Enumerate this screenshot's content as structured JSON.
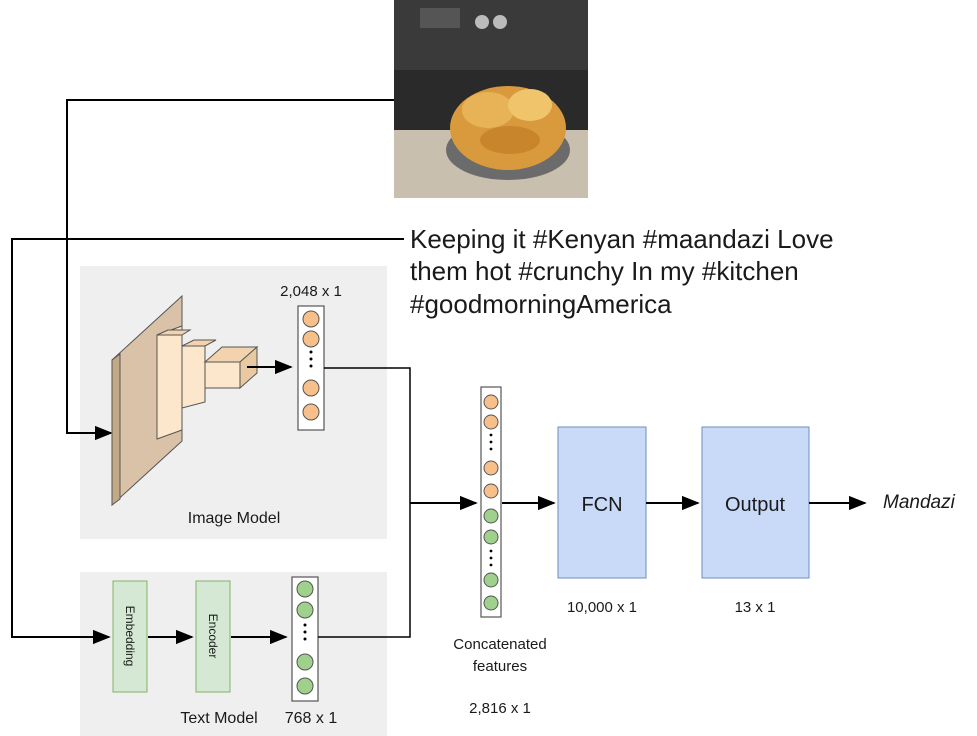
{
  "caption": {
    "line1": "Keeping it #Kenyan #maandazi Love",
    "line2": "them hot #crunchy In my #kitchen",
    "line3": "#goodmorningAmerica"
  },
  "image_model": {
    "title": "Image Model",
    "vector_dim": "2,048 x 1"
  },
  "text_model": {
    "title": "Text Model",
    "vector_dim": "768 x 1",
    "embedding_label": "Embedding",
    "encoder_label": "Encoder"
  },
  "concat": {
    "label_line1": "Concatenated",
    "label_line2": "features",
    "dim": "2,816 x 1"
  },
  "fcn": {
    "label": "FCN",
    "dim": "10,000 x 1"
  },
  "output": {
    "label": "Output",
    "dim": "13 x 1"
  },
  "prediction": "Mandazi",
  "colors": {
    "image_feature": "#f7c08a",
    "text_feature": "#9fd08c",
    "fcn_fill": "#c9daf8",
    "layer_fill": "#d9c2a7",
    "layer_light": "#fce6cc",
    "panel_fill": "#efefef",
    "text_block_fill": "#d5e8d4"
  }
}
